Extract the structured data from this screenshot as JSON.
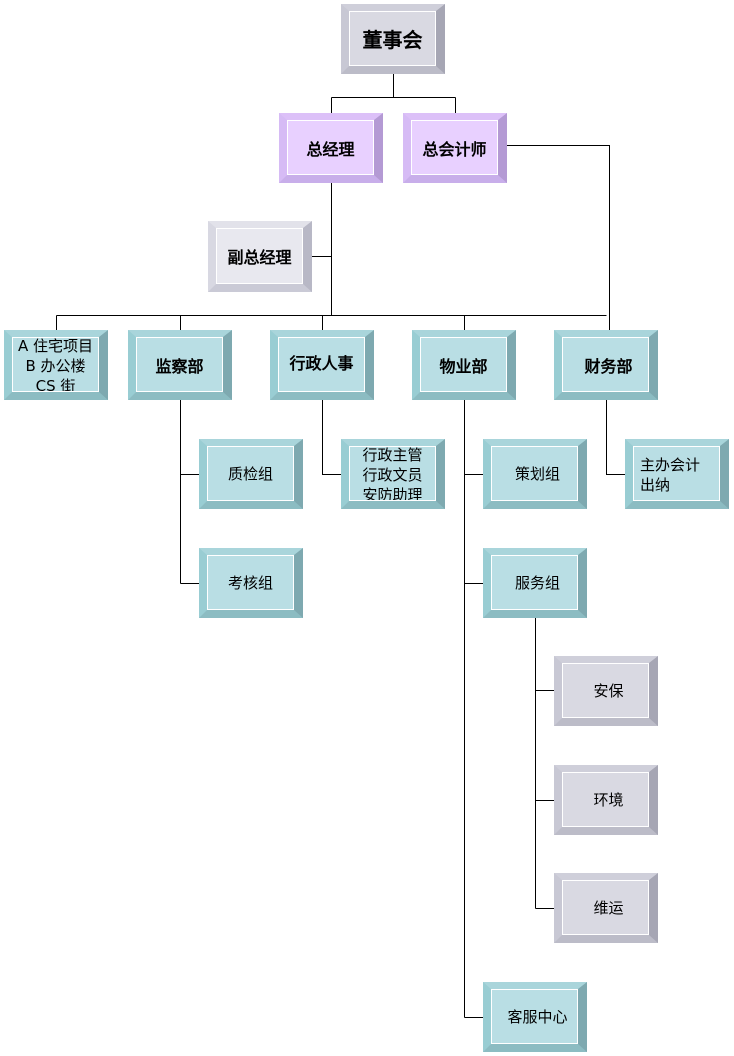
{
  "board": "董事会",
  "gm": "总经理",
  "chief_accountant": "总会计师",
  "deputy_gm": "副总经理",
  "departments": {
    "projects": [
      "A 住宅项目",
      "B 办公楼",
      "CS 街"
    ],
    "supervision": "监察部",
    "admin_hr": "行政人事",
    "property": "物业部",
    "finance": "财务部"
  },
  "supervision_groups": [
    "质检组",
    "考核组"
  ],
  "admin_staff": [
    "行政主管",
    "行政文员",
    "安防助理"
  ],
  "property_groups": [
    "策划组",
    "服务组",
    "客服中心"
  ],
  "service_subgroups": [
    "安保",
    "环境",
    "维运"
  ],
  "finance_staff": [
    "主办会计",
    "出纳"
  ]
}
